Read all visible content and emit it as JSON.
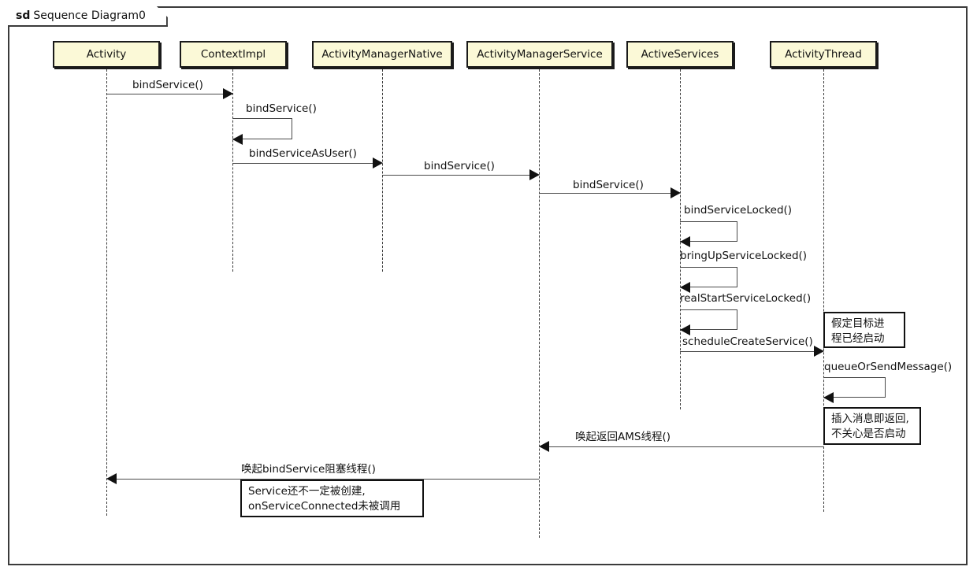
{
  "diagram": {
    "frame_keyword": "sd",
    "frame_title": "Sequence Diagram0",
    "colors": {
      "lifeline_fill": "#FBF9D7",
      "border": "#1a1a1a",
      "line": "#4a4a4a",
      "background": "#ffffff"
    }
  },
  "lifelines": [
    {
      "id": "activity",
      "label": "Activity"
    },
    {
      "id": "contextimpl",
      "label": "ContextImpl"
    },
    {
      "id": "amn",
      "label": "ActivityManagerNative"
    },
    {
      "id": "ams",
      "label": "ActivityManagerService"
    },
    {
      "id": "activeservices",
      "label": "ActiveServices"
    },
    {
      "id": "activitythread",
      "label": "ActivityThread"
    }
  ],
  "messages": [
    {
      "id": "m1",
      "label": "bindService()",
      "from": "activity",
      "to": "contextimpl",
      "kind": "call",
      "direction": "right"
    },
    {
      "id": "m2",
      "label": "bindService()",
      "from": "contextimpl",
      "to": "contextimpl",
      "kind": "self",
      "direction": "left"
    },
    {
      "id": "m3",
      "label": "bindServiceAsUser()",
      "from": "contextimpl",
      "to": "amn",
      "kind": "call",
      "direction": "right"
    },
    {
      "id": "m4",
      "label": "bindService()",
      "from": "amn",
      "to": "ams",
      "kind": "call",
      "direction": "right"
    },
    {
      "id": "m5",
      "label": "bindService()",
      "from": "ams",
      "to": "activeservices",
      "kind": "call",
      "direction": "right"
    },
    {
      "id": "m6",
      "label": "bindServiceLocked()",
      "from": "activeservices",
      "to": "activeservices",
      "kind": "self",
      "direction": "left"
    },
    {
      "id": "m7",
      "label": "bringUpServiceLocked()",
      "from": "activeservices",
      "to": "activeservices",
      "kind": "self",
      "direction": "left"
    },
    {
      "id": "m8",
      "label": "realStartServiceLocked()",
      "from": "activeservices",
      "to": "activeservices",
      "kind": "self",
      "direction": "left"
    },
    {
      "id": "m9",
      "label": "scheduleCreateService()",
      "from": "activeservices",
      "to": "activitythread",
      "kind": "call",
      "direction": "right"
    },
    {
      "id": "m10",
      "label": "queueOrSendMessage()",
      "from": "activitythread",
      "to": "activitythread",
      "kind": "self",
      "direction": "left"
    },
    {
      "id": "m11",
      "label": "唤起返回AMS线程()",
      "from": "activitythread",
      "to": "ams",
      "kind": "return",
      "direction": "left"
    },
    {
      "id": "m12",
      "label": "唤起bindService阻塞线程()",
      "from": "ams",
      "to": "activity",
      "kind": "return",
      "direction": "left"
    }
  ],
  "notes": [
    {
      "id": "n1",
      "text": "假定目标进\n程已经启动",
      "attached_to": "activitythread"
    },
    {
      "id": "n2",
      "text": "插入消息即返回,\n不关心是否启动",
      "attached_to": "activitythread"
    },
    {
      "id": "n3",
      "text": "Service还不一定被创建,\nonServiceConnected未被调用",
      "attached_to": "activity"
    }
  ]
}
